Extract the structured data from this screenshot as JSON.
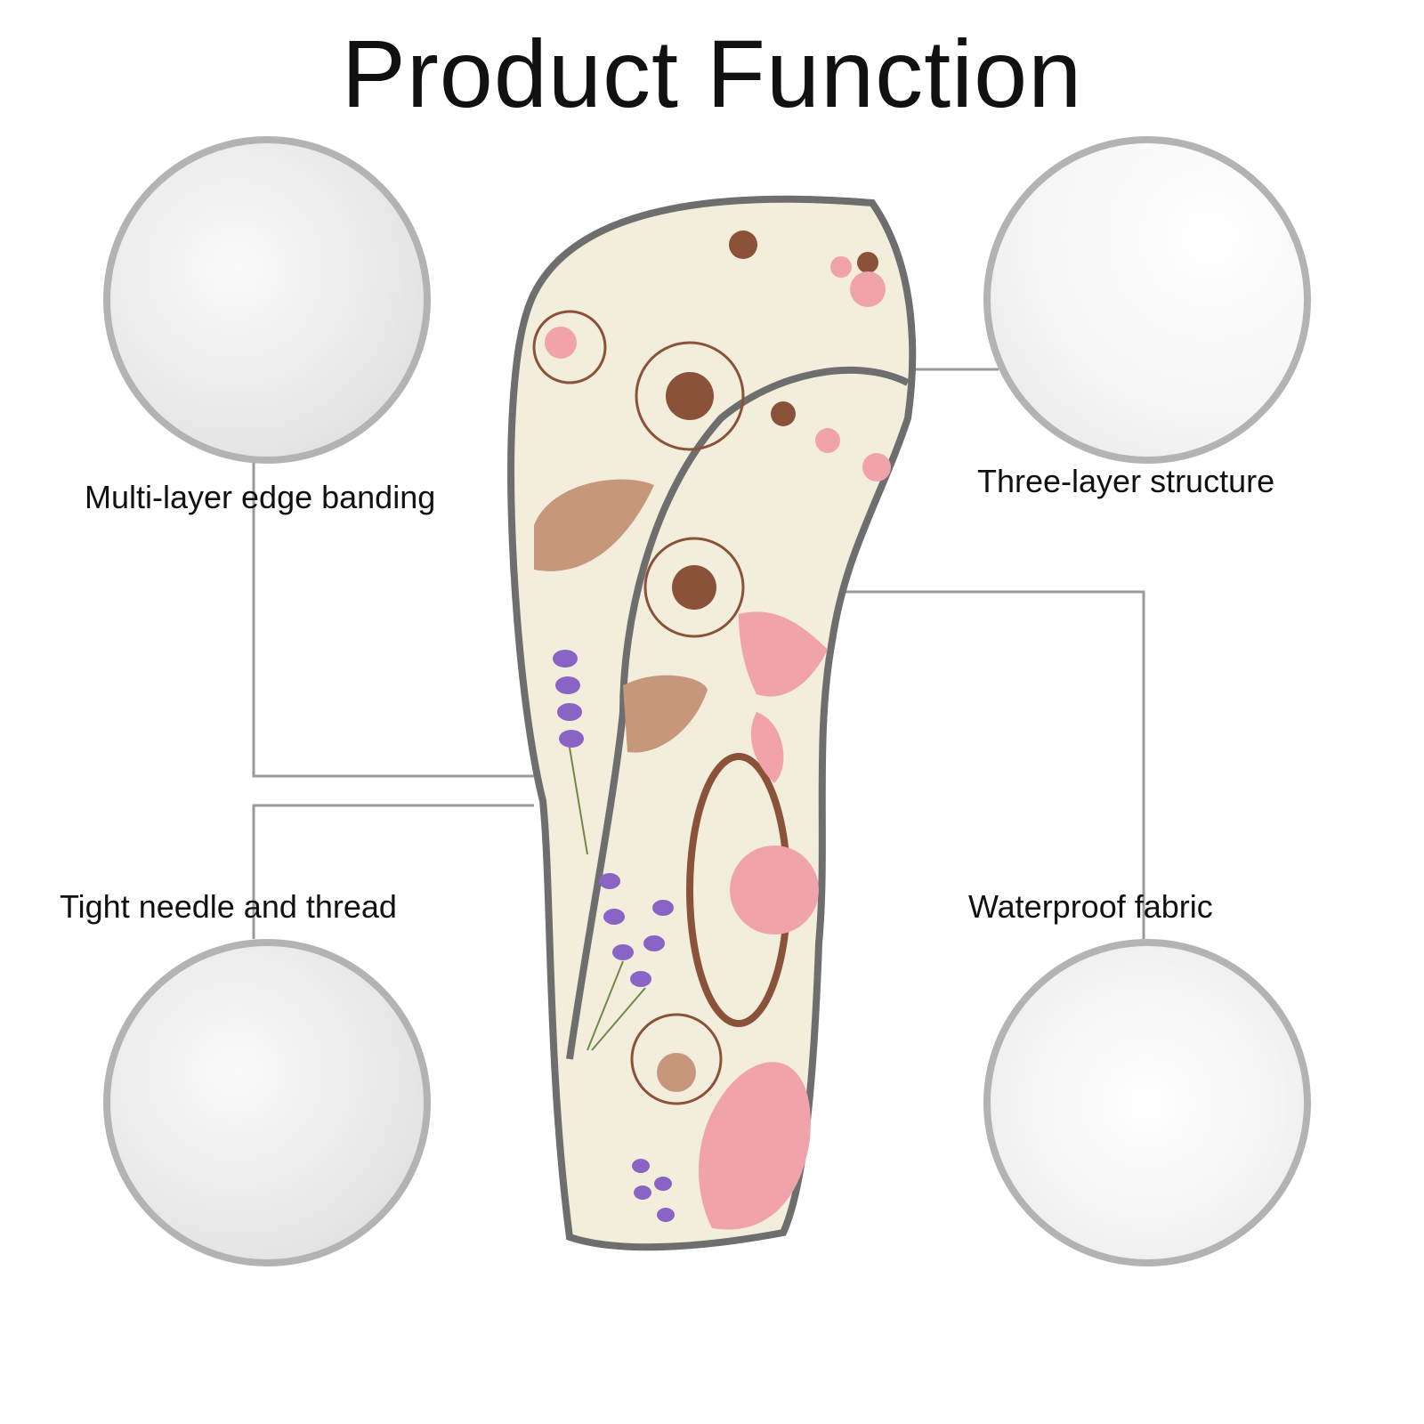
{
  "title": "Product Function",
  "features": [
    {
      "label": "Multi-layer edge banding"
    },
    {
      "label": "Three-layer structure"
    },
    {
      "label": "Tight needle and thread"
    },
    {
      "label": "Waterproof fabric"
    }
  ],
  "colors": {
    "border": "#b3b3b3",
    "trim": "#6e6e6e",
    "fabric": "#f3eedb",
    "pink": "#f0a3ab",
    "brown": "#8a5238",
    "lavender": "#8a64c4"
  }
}
